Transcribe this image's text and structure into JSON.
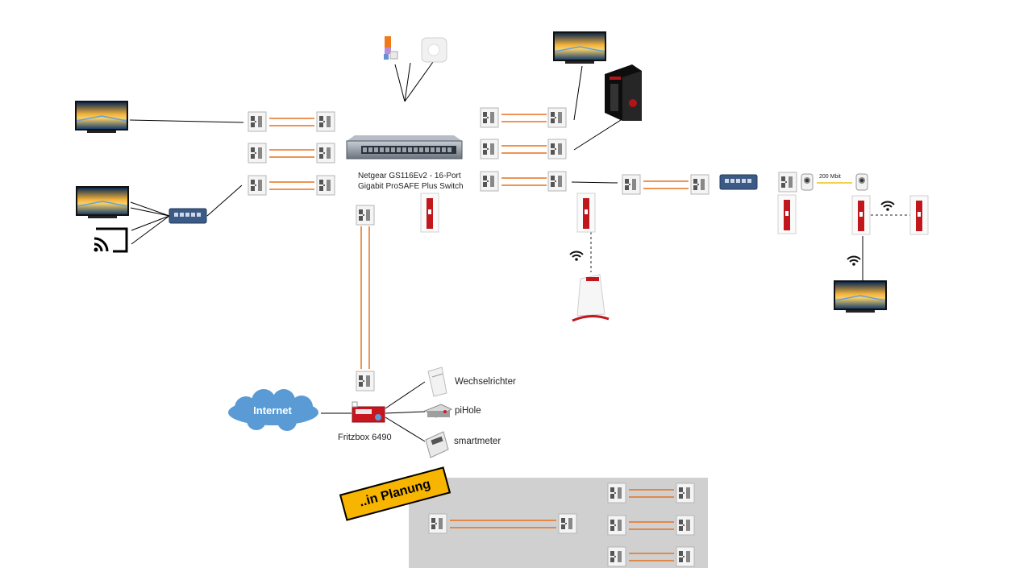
{
  "switch": {
    "label_line1": "Netgear GS116Ev2 - 16-Port",
    "label_line2": "Gigabit ProSAFE Plus Switch"
  },
  "router": {
    "label": "Fritzbox 6490"
  },
  "internet": {
    "label": "Internet"
  },
  "devices": {
    "inverter": "Wechselrichter",
    "pihole": "piHole",
    "meter": "smartmeter"
  },
  "link_speed": "200 Mbit",
  "planning_badge": "..in Planung",
  "colors": {
    "cable": "#e8701c",
    "planning_bg": "#d0d0d0",
    "badge": "#f7b500",
    "cloud": "#5b9bd5",
    "powerline_red": "#c0161c",
    "wire": "#000000"
  },
  "icons": [
    "tv-icon",
    "cast-icon",
    "small-switch-icon",
    "network-switch-icon",
    "wall-socket-icon",
    "powerline-adapter-icon",
    "wifi-icon",
    "gaming-pc-icon",
    "smart-bulb-icon",
    "hub-icon",
    "repeater-icon",
    "router-icon",
    "inverter-icon",
    "raspberry-pi-icon",
    "smartmeter-icon",
    "camera-icon",
    "cloud-icon"
  ]
}
